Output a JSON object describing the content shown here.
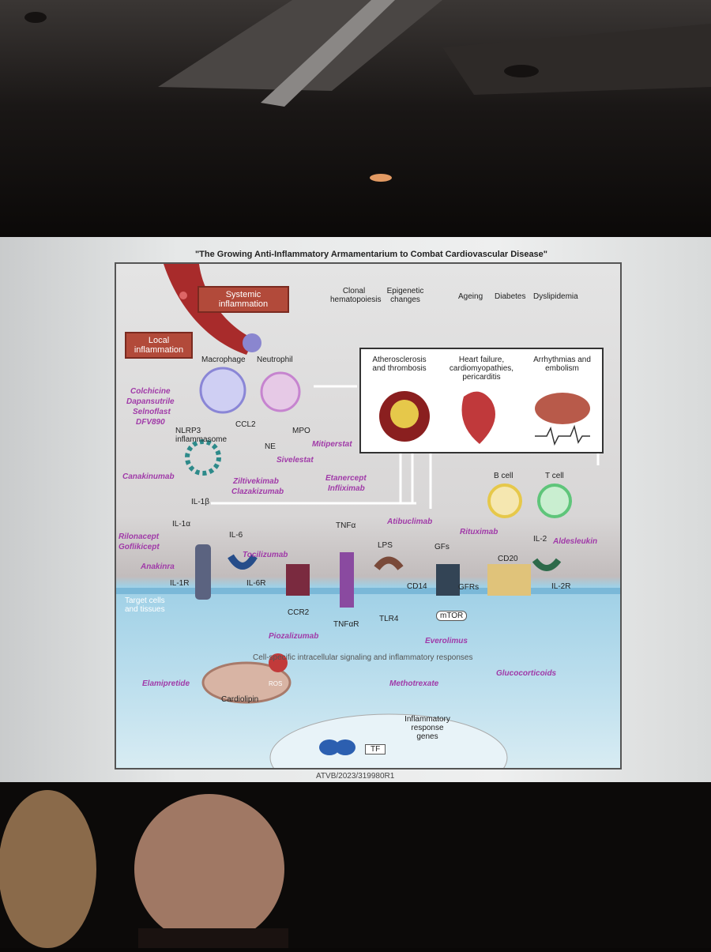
{
  "slide": {
    "title": "\"The Growing Anti-Inflammatory Armamentarium to Combat Cardiovascular Disease\"",
    "footer": "ATVB/2023/319980R1"
  },
  "labels": {
    "systemic_inflammation": "Systemic inflammation",
    "local_inflammation": "Local inflammation",
    "clonal_hematopoiesis": "Clonal hematopoiesis",
    "epigenetic_changes": "Epigenetic changes",
    "ageing": "Ageing",
    "diabetes": "Diabetes",
    "dyslipidemia": "Dyslipidemia",
    "macrophage": "Macrophage",
    "neutrophil": "Neutrophil",
    "nlrp3": "NLRP3 inflammasome",
    "ccl2": "CCL2",
    "ne": "NE",
    "mpo": "MPO",
    "il1b": "IL-1β",
    "il1a": "IL-1α",
    "il6": "IL-6",
    "tnfa": "TNFα",
    "lps": "LPS",
    "gfs": "GFs",
    "b_cell": "B cell",
    "t_cell": "T cell",
    "il2": "IL-2",
    "cd20": "CD20",
    "il1r": "IL-1R",
    "il6r": "IL-6R",
    "ccr2": "CCR2",
    "tnfar": "TNFαR",
    "tlr4": "TLR4",
    "cd14": "CD14",
    "mtor": "mTOR",
    "gfrs": "GFRs",
    "il2r": "IL-2R",
    "target_cells": "Target cells and tissues",
    "cell_specific": "Cell-specific intracellular signaling and inflammatory responses",
    "cardiolipin": "Cardiolipin",
    "ros": "ROS",
    "tf": "TF",
    "inflammatory_genes": "Inflammatory response genes"
  },
  "diseases": {
    "athero": "Atherosclerosis and thrombosis",
    "heart_failure": "Heart failure, cardiomyopathies, pericarditis",
    "arrhythmias": "Arrhythmias and embolism"
  },
  "drugs": {
    "colchicine": "Colchicine",
    "dapansutrile": "Dapansutrile",
    "selnoflast": "Selnoflast",
    "dfv890": "DFV890",
    "mitiperstat": "Mitiperstat",
    "sivelestat": "Sivelestat",
    "canakinumab": "Canakinumab",
    "ziltivekimab": "Ziltivekimab",
    "clazakizumab": "Clazakizumab",
    "etanercept": "Etanercept",
    "infliximab": "Infliximab",
    "atibuclimab": "Atibuclimab",
    "rituximab": "Rituximab",
    "aldesleukin": "Aldesleukin",
    "rilonacept": "Rilonacept",
    "goflikicept": "Goflikicept",
    "tocilizumab": "Tocilizumab",
    "anakinra": "Anakinra",
    "piozalizumab": "Piozalizumab",
    "everolimus": "Everolimus",
    "elamipretide": "Elamipretide",
    "methotrexate": "Methotrexate",
    "glucocorticoids": "Glucocorticoids"
  },
  "colors": {
    "drug": "#a03aa8",
    "box_red": "#b24a3a",
    "membrane_blue": "#9fd0e6"
  }
}
